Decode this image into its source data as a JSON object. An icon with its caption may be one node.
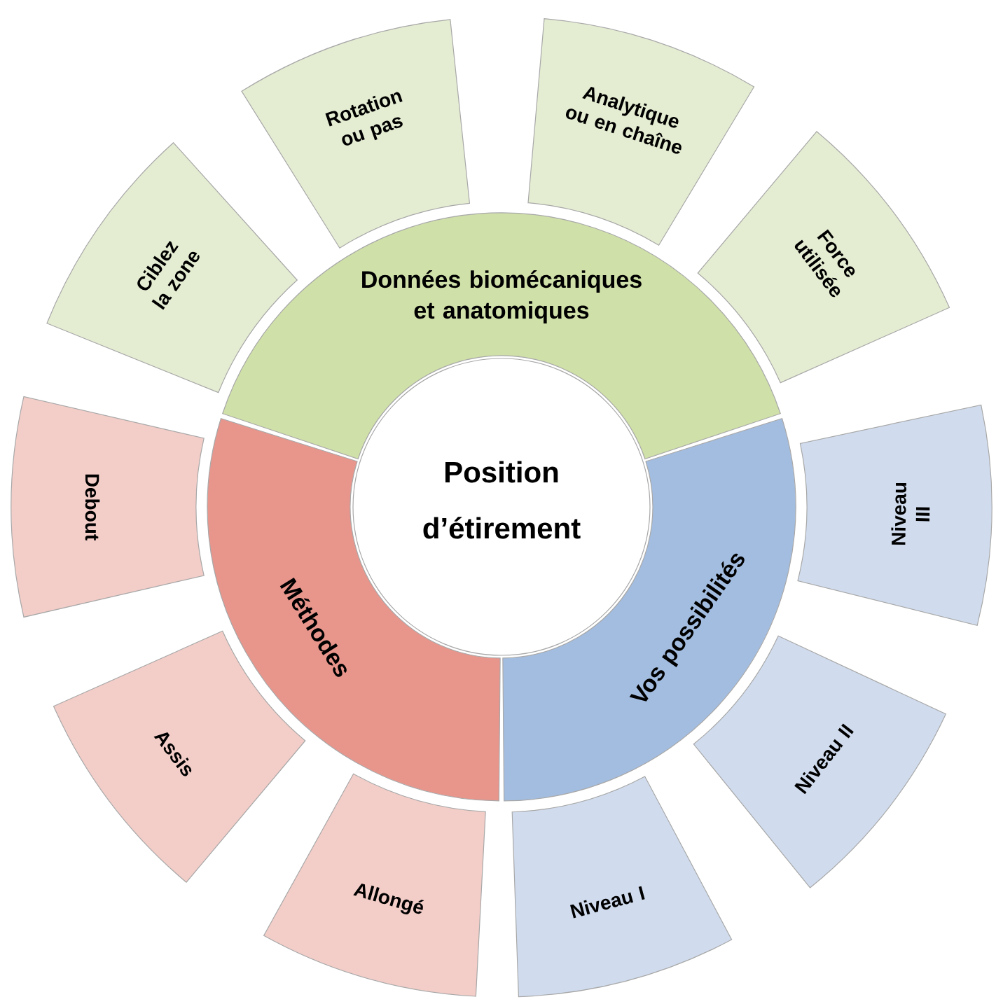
{
  "diagram": {
    "nodes": [
      {
        "text": [
          "Position d’étirement"
        ]
      },
      {
        "text": [
          "Données biomécaniques et anatomiques"
        ]
      },
      {
        "text": [
          "Méthodes"
        ]
      },
      {
        "text": [
          "Vos possibilités"
        ]
      },
      {
        "text": [
          "Ciblez la zone"
        ]
      },
      {
        "text": [
          "Rotation ou pas"
        ]
      },
      {
        "text": [
          "Analytique ou en chaîne"
        ]
      },
      {
        "text": [
          "Force utilisée"
        ]
      },
      {
        "text": [
          "Debout"
        ]
      },
      {
        "text": [
          "Assis"
        ]
      },
      {
        "text": [
          "Allongé"
        ]
      },
      {
        "text": [
          "Niveau I"
        ]
      },
      {
        "text": [
          "Niveau II"
        ]
      },
      {
        "text": [
          "Niveau III"
        ]
      }
    ]
  }
}
